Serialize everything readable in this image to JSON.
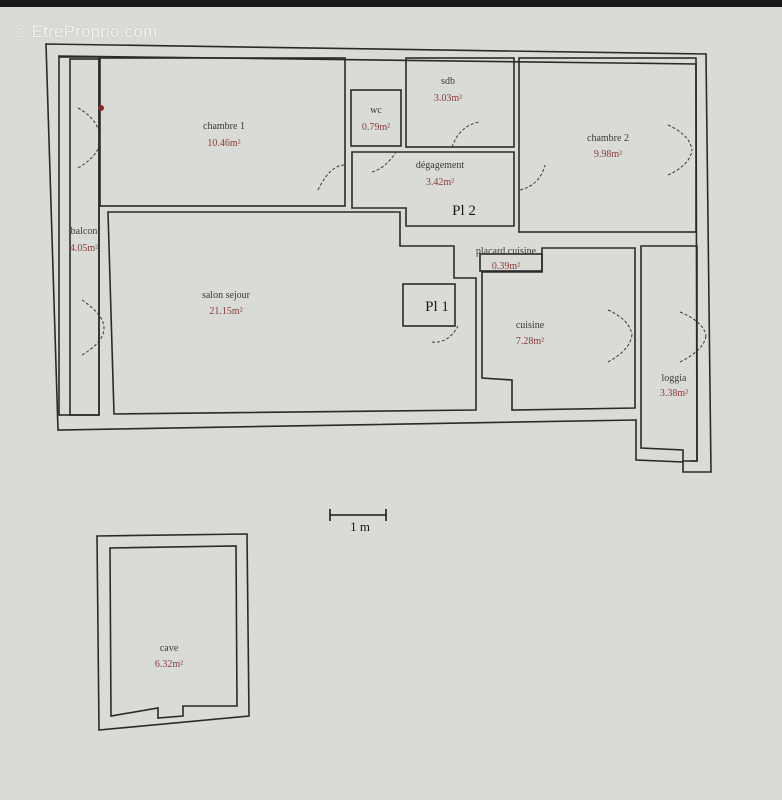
{
  "watermark": "© EtreProprio.com",
  "rooms": {
    "chambre1": {
      "name": "chambre 1",
      "area": "10.46m²"
    },
    "wc": {
      "name": "wc",
      "area": "0.79m²"
    },
    "sdb": {
      "name": "sdb",
      "area": "3.03m²"
    },
    "chambre2": {
      "name": "chambre 2",
      "area": "9.98m²"
    },
    "degagement": {
      "name": "dégagement",
      "area": "3.42m²"
    },
    "balcon": {
      "name": "balcon",
      "area": "4.05m²"
    },
    "salon": {
      "name": "salon sejour",
      "area": "21.15m²"
    },
    "placard": {
      "name": "placard cuisine",
      "area": "0.39m²"
    },
    "cuisine": {
      "name": "cuisine",
      "area": "7.28m²"
    },
    "loggia": {
      "name": "loggia",
      "area": "3.38m²"
    },
    "cave": {
      "name": "cave",
      "area": "6.32m²"
    }
  },
  "labels": {
    "pl1": "Pl 1",
    "pl2": "Pl 2",
    "scale": "1 m"
  }
}
